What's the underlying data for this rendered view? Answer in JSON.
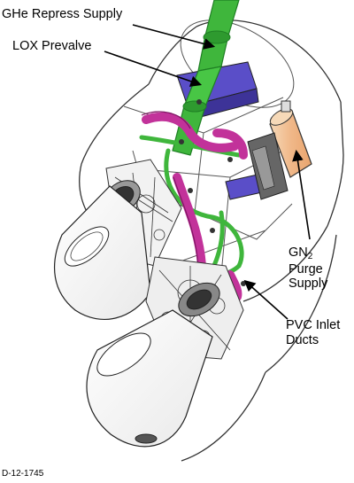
{
  "labels": {
    "ghe_repress_supply": "GHe Repress Supply",
    "lox_prevalve": "LOX Prevalve",
    "gn2_purge_supply": {
      "prefix": "GN",
      "subscript": "2",
      "line2": "Purge",
      "line3": "Supply"
    },
    "pvc_inlet_ducts": {
      "line1": "PVC Inlet",
      "line2": "Ducts"
    }
  },
  "figure_id": "D-12-1745",
  "colors": {
    "pipe_green": "#3fb63c",
    "pipe_green_dark": "#1f7f24",
    "pipe_magenta": "#c2329a",
    "pipe_magenta_dark": "#7e1663",
    "tank_purple": "#5a4ec8",
    "purge_bottle": "#f3c8a0",
    "outline": "#222222"
  }
}
